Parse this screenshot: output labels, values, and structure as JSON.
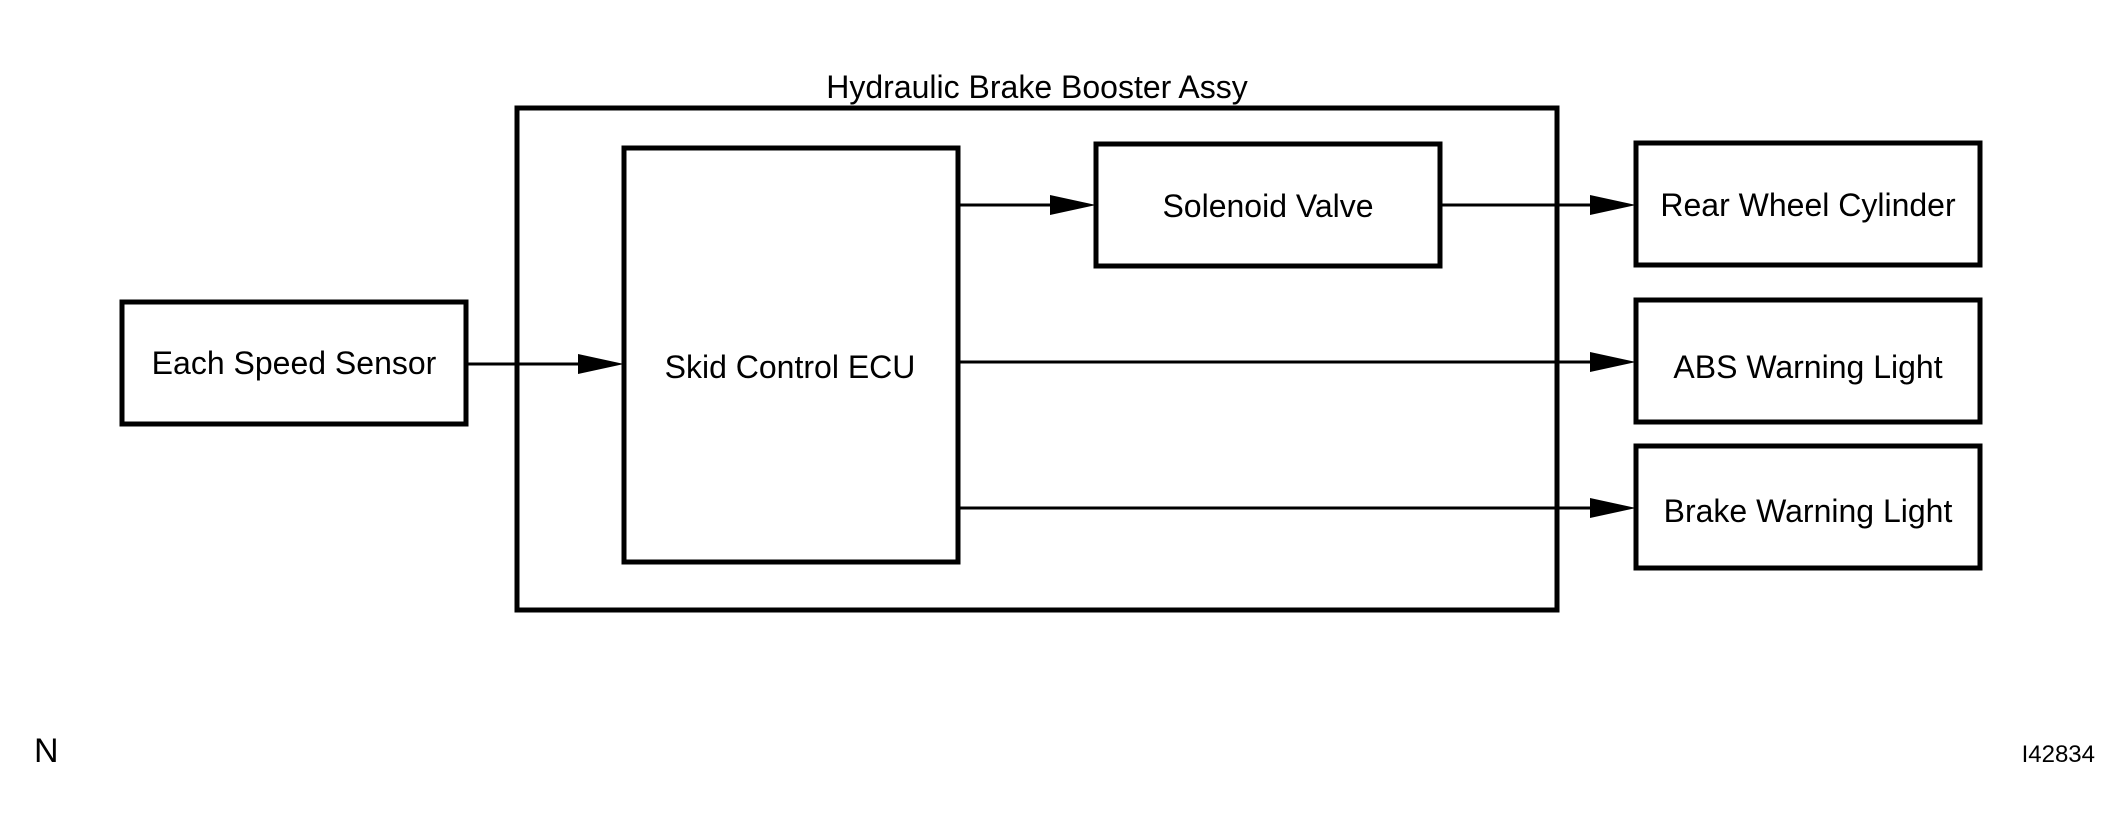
{
  "diagram": {
    "container_title": "Hydraulic Brake Booster Assy",
    "nodes": {
      "speed_sensor": "Each Speed Sensor",
      "ecu": "Skid Control ECU",
      "solenoid": "Solenoid Valve",
      "rear_wheel": "Rear Wheel Cylinder",
      "abs_light": "ABS Warning Light",
      "brake_light": "Brake Warning Light"
    },
    "connections": [
      {
        "from": "Each Speed Sensor",
        "to": "Skid Control ECU"
      },
      {
        "from": "Skid Control ECU",
        "to": "Solenoid Valve"
      },
      {
        "from": "Solenoid Valve",
        "to": "Rear Wheel Cylinder"
      },
      {
        "from": "Skid Control ECU",
        "to": "ABS Warning Light"
      },
      {
        "from": "Skid Control ECU",
        "to": "Brake Warning Light"
      }
    ]
  },
  "footer": {
    "left_mark": "N",
    "figure_id": "I42834"
  },
  "colors": {
    "line": "#000000",
    "background": "#ffffff"
  }
}
